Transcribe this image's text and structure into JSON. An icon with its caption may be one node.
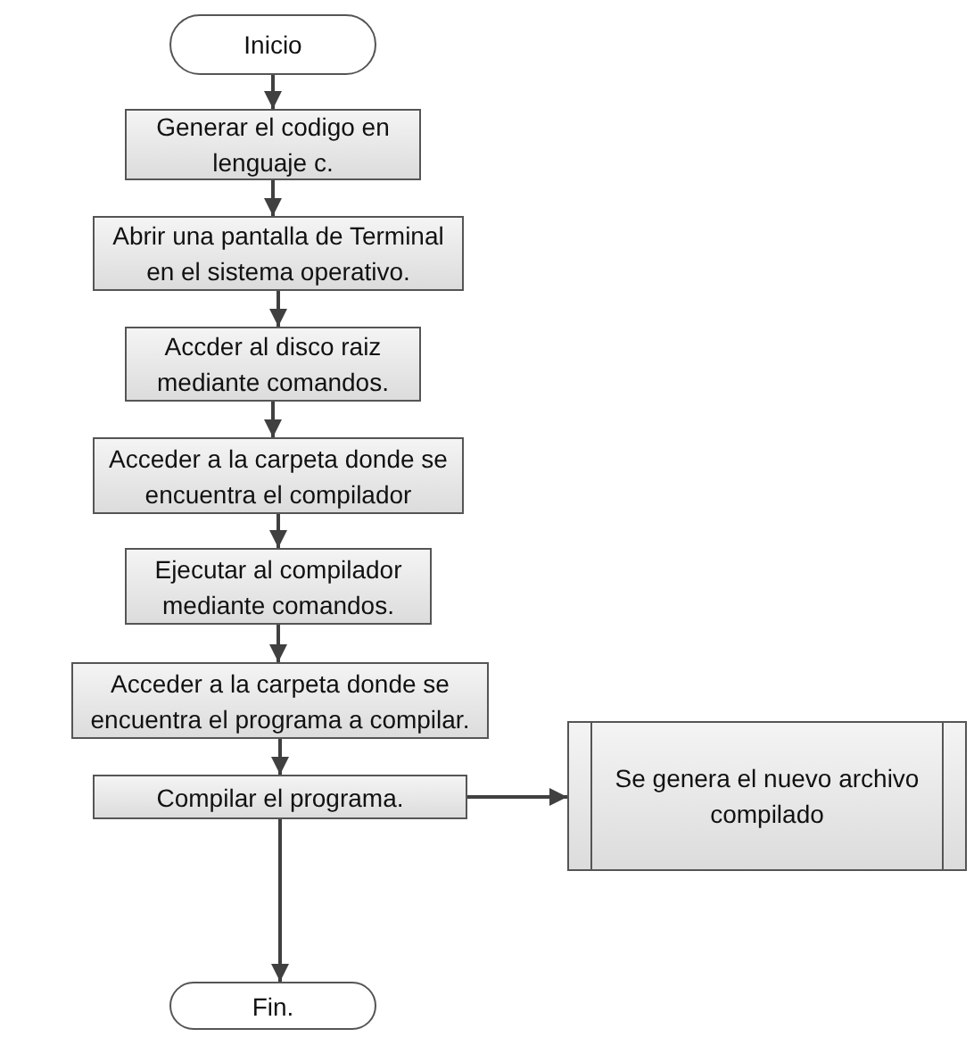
{
  "diagram": {
    "nodes": [
      {
        "text": [
          "Inicio"
        ]
      },
      {
        "text": [
          "Generar el codigo en lenguaje c."
        ]
      },
      {
        "text": [
          "Abrir una pantalla de Terminal en el sistema operativo."
        ]
      },
      {
        "text": [
          "Accder al disco raiz mediante comandos."
        ]
      },
      {
        "text": [
          "Acceder a la carpeta donde se encuentra el compilador"
        ]
      },
      {
        "text": [
          "Ejecutar al compilador mediante comandos."
        ]
      },
      {
        "text": [
          "Acceder a la carpeta donde se encuentra el programa a compilar."
        ]
      },
      {
        "text": [
          "Compilar el programa."
        ]
      },
      {
        "text": [
          "Se genera el nuevo archivo compilado"
        ]
      },
      {
        "text": [
          "Fin."
        ]
      }
    ],
    "edges": [
      {
        "from": 0,
        "to": 1,
        "arrow": "to"
      },
      {
        "from": 1,
        "to": 2,
        "arrow": "to"
      },
      {
        "from": 2,
        "to": 3,
        "arrow": "to"
      },
      {
        "from": 3,
        "to": 4,
        "arrow": "to"
      },
      {
        "from": 4,
        "to": 5,
        "arrow": "to"
      },
      {
        "from": 5,
        "to": 6,
        "arrow": "to"
      },
      {
        "from": 6,
        "to": 7,
        "arrow": "to"
      },
      {
        "from": 7,
        "to": 8,
        "arrow": "to"
      },
      {
        "from": 7,
        "to": 9,
        "arrow": "to"
      }
    ]
  }
}
